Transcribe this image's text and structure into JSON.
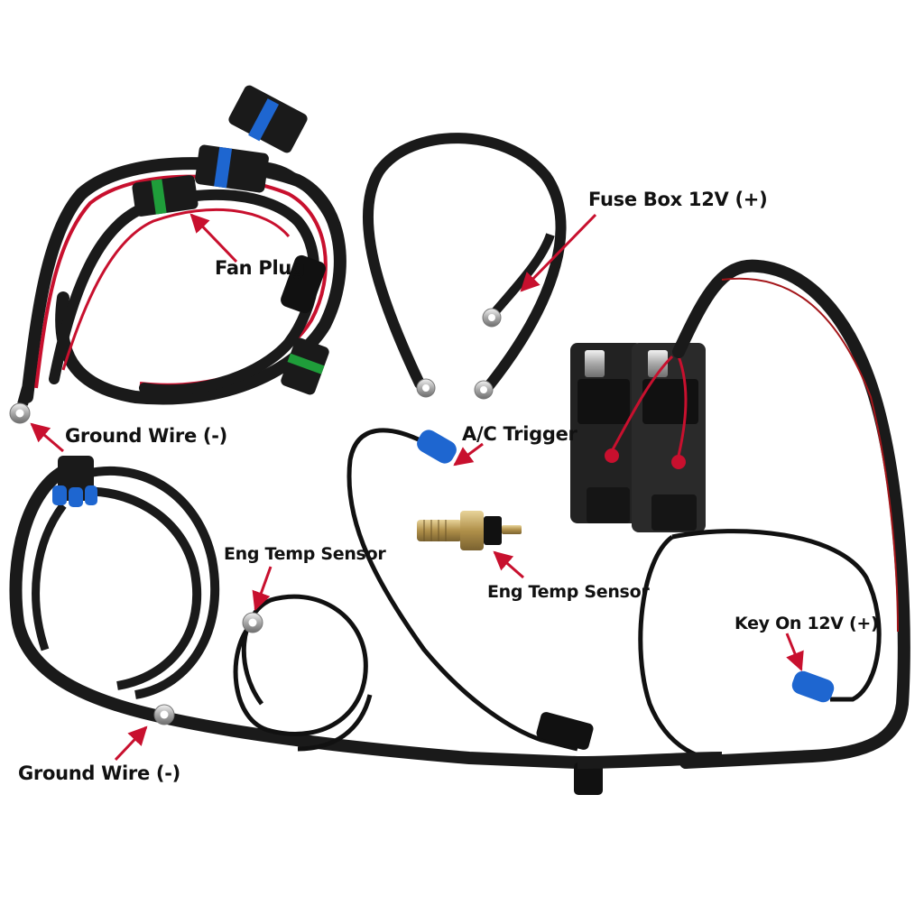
{
  "diagram": {
    "labels": {
      "fan_plug": "Fan Plug",
      "fuse_box": "Fuse Box 12V (+)",
      "ground_wire_top": "Ground Wire (-)",
      "ac_trigger": "A/C Trigger",
      "eng_temp_left": "Eng Temp Sensor",
      "eng_temp_center": "Eng Temp Sensor",
      "key_on": "Key On 12V (+)",
      "ground_wire_bottom": "Ground Wire (-)"
    },
    "colors": {
      "wire_braid": "#1a1a1a",
      "wire_red": "#c8102e",
      "arrow_red": "#c8102e",
      "connector_blue": "#1e66d0",
      "connector_green": "#1f9d3a",
      "relay_black": "#222222",
      "label_text": "#111111"
    },
    "icons": [
      "ring-terminal-icon",
      "bullet-connector-icon",
      "temp-sensor-icon",
      "relay-block-icon"
    ]
  }
}
